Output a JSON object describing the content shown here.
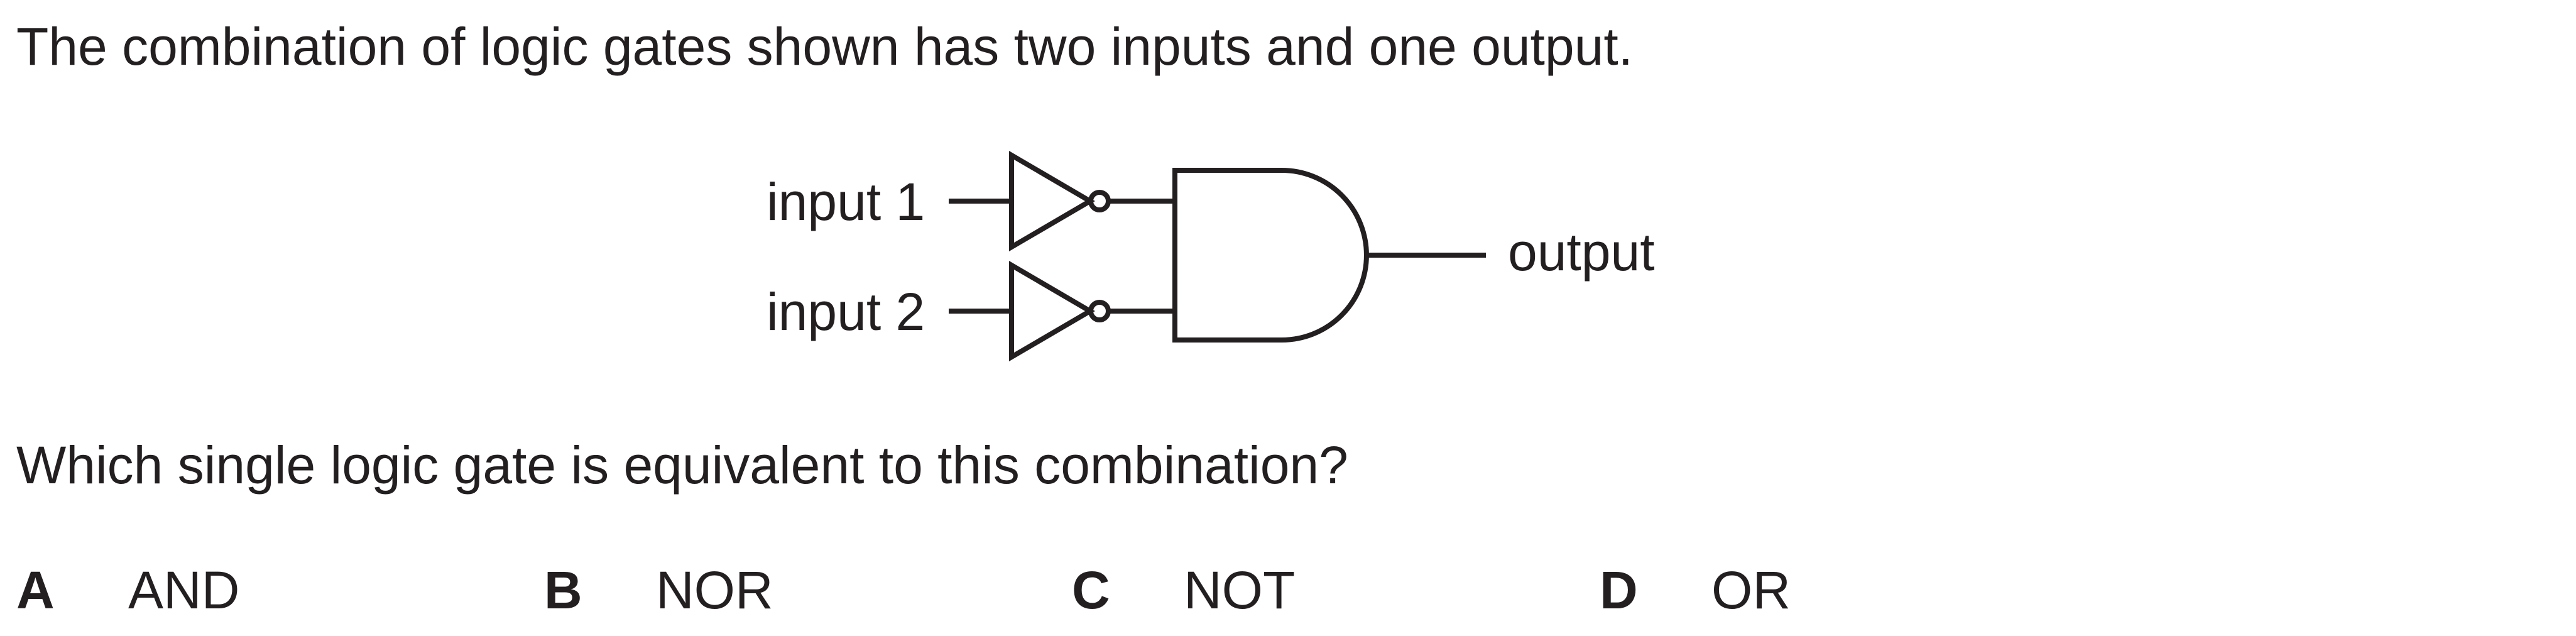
{
  "question": {
    "intro": "The combination of logic gates shown has two inputs and one output.",
    "prompt": "Which single logic gate is equivalent to this combination?"
  },
  "diagram": {
    "input1_label": "input 1",
    "input2_label": "input 2",
    "output_label": "output"
  },
  "options": [
    {
      "letter": "A",
      "text": "AND"
    },
    {
      "letter": "B",
      "text": "NOR"
    },
    {
      "letter": "C",
      "text": "NOT"
    },
    {
      "letter": "D",
      "text": "OR"
    }
  ]
}
